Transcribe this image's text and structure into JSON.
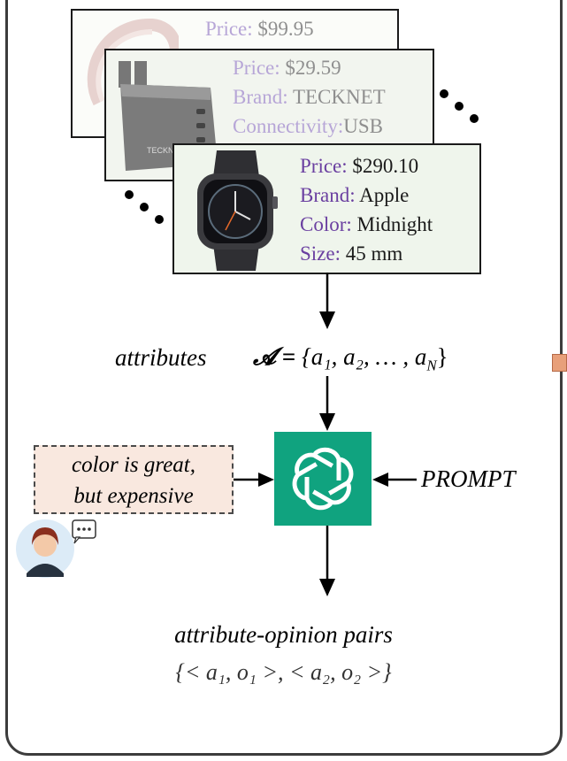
{
  "cards": [
    {
      "price_key": "Price:",
      "price_val": " $99.95",
      "icon": "headphones-icon"
    },
    {
      "price_key": "Price:",
      "price_val": " $29.59",
      "brand_key": "Brand:",
      "brand_val": " TECKNET",
      "conn_key": "Connectivity:",
      "conn_val": "USB",
      "device_text": "TECKNET",
      "icon": "charger-icon"
    },
    {
      "price_key": "Price:",
      "price_val": " $290.10",
      "brand_key": "Brand:",
      "brand_val": " Apple",
      "color_key": "Color:",
      "color_val": " Midnight",
      "size_key": "Size:",
      "size_val": " 45 mm",
      "icon": "smartwatch-icon"
    }
  ],
  "attributes": {
    "label": "attributes",
    "set_symbol": "𝓐",
    "equals": " = ",
    "set_body": "{a₁, a₂, … , a",
    "set_sub": "N",
    "set_close": "}"
  },
  "opinion": {
    "line1": "color is great,",
    "line2": "but expensive"
  },
  "prompt": "PROMPT",
  "output": {
    "label": "attribute-opinion pairs",
    "math": "{< a₁, o₁ >, < a₂, o₂ >}"
  },
  "colors": {
    "logo_bg": "#10a37f",
    "attr_key": "#6a3fa0",
    "opinion_bg": "#f9e8df"
  }
}
